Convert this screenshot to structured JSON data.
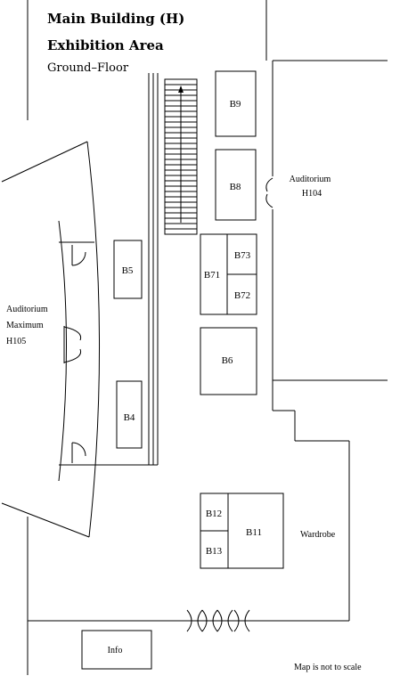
{
  "title": {
    "building": "Main Building (H)",
    "area": "Exhibition Area",
    "floor": "Ground–Floor"
  },
  "booths": {
    "b9": "B9",
    "b8": "B8",
    "b71": "B71",
    "b73": "B73",
    "b72": "B72",
    "b6": "B6",
    "b5": "B5",
    "b4": "B4",
    "b12": "B12",
    "b13": "B13",
    "b11": "B11"
  },
  "rooms": {
    "auditorium_h104": [
      "Auditorium",
      "H104"
    ],
    "auditorium_maximum": [
      "Auditorium",
      "Maximum",
      "H105"
    ],
    "wardrobe": "Wardrobe",
    "info": "Info"
  },
  "note": "Map is not to scale"
}
